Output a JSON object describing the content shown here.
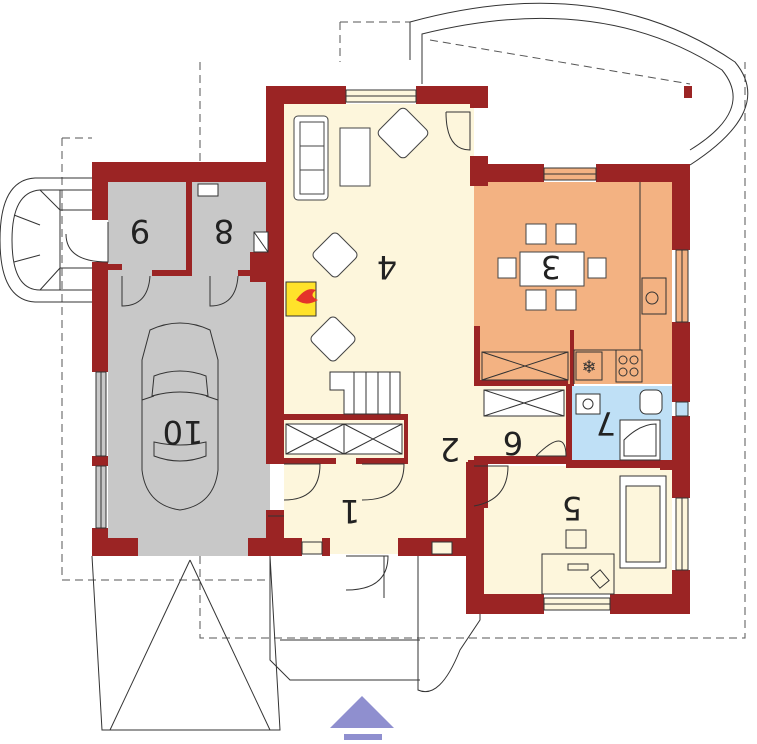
{
  "colors": {
    "wall": "#9b2424",
    "living": "#fdf6dc",
    "dining": "#f3b282",
    "garage": "#c8c8c8",
    "bathroom": "#bfe0f6",
    "fireplace_fire": "#e4332a",
    "fireplace_glow": "#ffe22a",
    "entrance_arrow": "#8f8fcf"
  },
  "rooms": [
    {
      "number": "1",
      "type": "vestibule"
    },
    {
      "number": "2",
      "type": "hall"
    },
    {
      "number": "3",
      "type": "kitchen-dining"
    },
    {
      "number": "4",
      "type": "living-room"
    },
    {
      "number": "5",
      "type": "room"
    },
    {
      "number": "6",
      "type": "corridor"
    },
    {
      "number": "7",
      "type": "bathroom"
    },
    {
      "number": "8",
      "type": "utility-room"
    },
    {
      "number": "9",
      "type": "boiler-room"
    },
    {
      "number": "10",
      "type": "garage"
    }
  ],
  "icons": {
    "fireplace": "fireplace-icon",
    "car": "car-icon",
    "stairs": "stairs-icon",
    "entrance": "entrance-arrow-icon"
  }
}
